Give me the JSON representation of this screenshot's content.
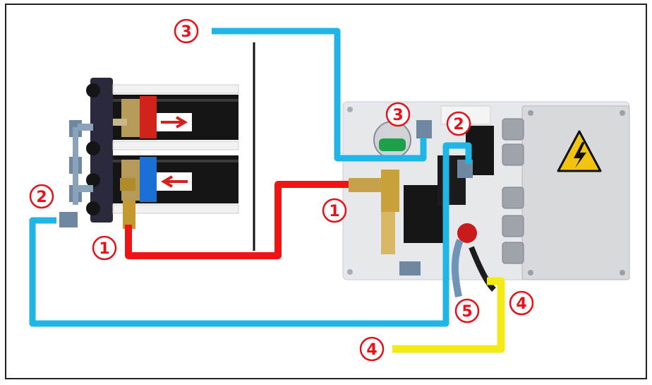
{
  "colors": {
    "red_line": "#f01414",
    "blue_line": "#1fb6e6",
    "yellow_line": "#f4ea18",
    "label_red": "#e3121b",
    "frame": "#222222"
  },
  "labels": [
    {
      "id": "membrane-outlet-1",
      "text": "1"
    },
    {
      "id": "manifold-inlet-1",
      "text": "1"
    },
    {
      "id": "membrane-port-2",
      "text": "2"
    },
    {
      "id": "manifold-port-2",
      "text": "2"
    },
    {
      "id": "line-end-3",
      "text": "3"
    },
    {
      "id": "manifold-port-3",
      "text": "3"
    },
    {
      "id": "line-end-4",
      "text": "4"
    },
    {
      "id": "cable-4",
      "text": "4"
    },
    {
      "id": "cable-5",
      "text": "5"
    }
  ],
  "warning_icon": "high-voltage-icon"
}
